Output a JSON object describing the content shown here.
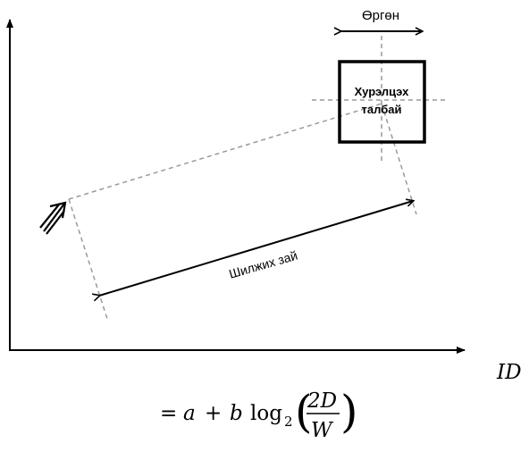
{
  "diagram": {
    "width_label": "Өргөн",
    "target_label_line1": "Хурэлцэх",
    "target_label_line2": "талбай",
    "distance_label": "Шилжих зай"
  },
  "formula": {
    "lhs": "ID",
    "equals": "=",
    "a": "a",
    "plus": "+",
    "b": "b",
    "log": "log",
    "base": "2",
    "numerator": "2D",
    "denominator": "W"
  }
}
